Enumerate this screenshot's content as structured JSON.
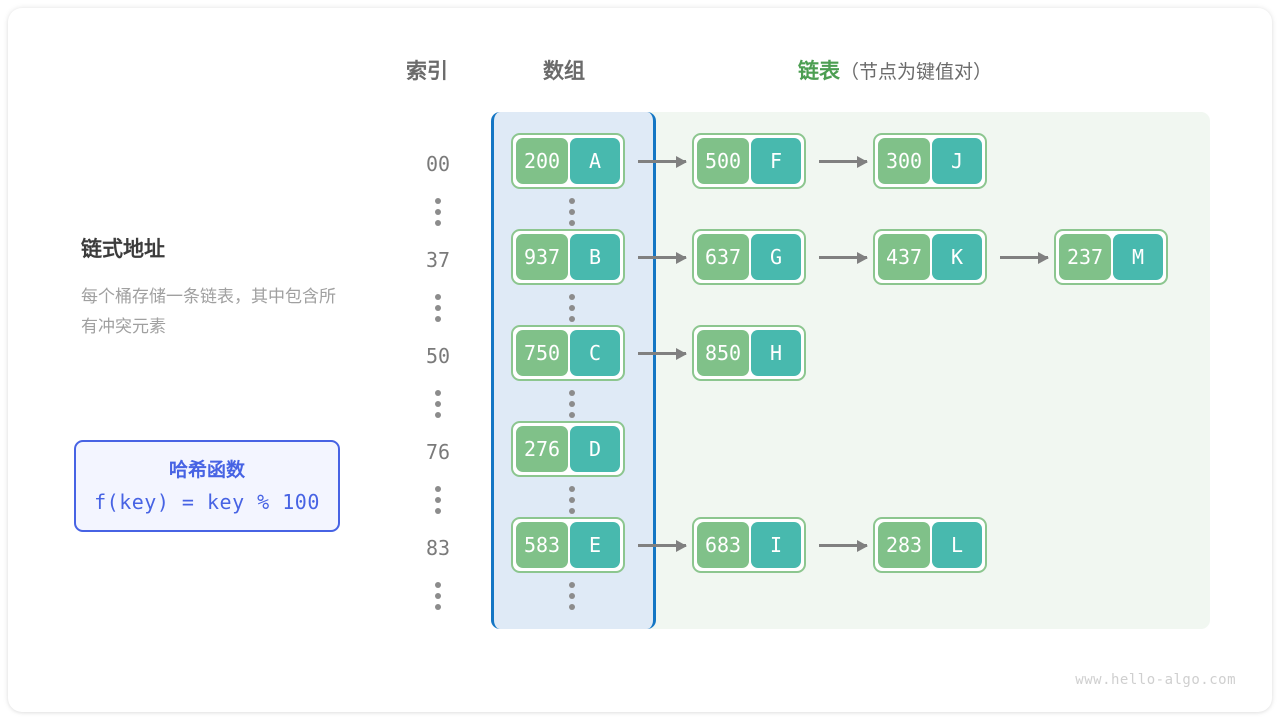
{
  "headers": {
    "index": "索引",
    "array": "数组",
    "list_main": "链表",
    "list_sub": "（节点为键值对）"
  },
  "panel": {
    "title": "链式地址",
    "description": "每个桶存储一条链表，其中包含所有冲突元素"
  },
  "hash": {
    "title": "哈希函数",
    "formula": "f(key) = key % 100"
  },
  "colors": {
    "key_cell": "#80c189",
    "value_cell": "#48b9ae",
    "node_border": "#8cc68f",
    "array_region_fill": "#dfeaf6",
    "array_region_border": "#1476c4",
    "list_region_fill": "#f1f7f1",
    "list_accent": "#4c9e52",
    "hash_accent": "#4763e4",
    "arrow": "#808080"
  },
  "buckets": [
    {
      "index": "00",
      "nodes": [
        {
          "key": "200",
          "value": "A"
        },
        {
          "key": "500",
          "value": "F"
        },
        {
          "key": "300",
          "value": "J"
        }
      ]
    },
    {
      "index": "37",
      "nodes": [
        {
          "key": "937",
          "value": "B"
        },
        {
          "key": "637",
          "value": "G"
        },
        {
          "key": "437",
          "value": "K"
        },
        {
          "key": "237",
          "value": "M"
        }
      ]
    },
    {
      "index": "50",
      "nodes": [
        {
          "key": "750",
          "value": "C"
        },
        {
          "key": "850",
          "value": "H"
        }
      ]
    },
    {
      "index": "76",
      "nodes": [
        {
          "key": "276",
          "value": "D"
        }
      ]
    },
    {
      "index": "83",
      "nodes": [
        {
          "key": "583",
          "value": "E"
        },
        {
          "key": "683",
          "value": "I"
        },
        {
          "key": "283",
          "value": "L"
        }
      ]
    }
  ],
  "ellipsis_symbol": "⋮",
  "watermark": "www.hello-algo.com"
}
